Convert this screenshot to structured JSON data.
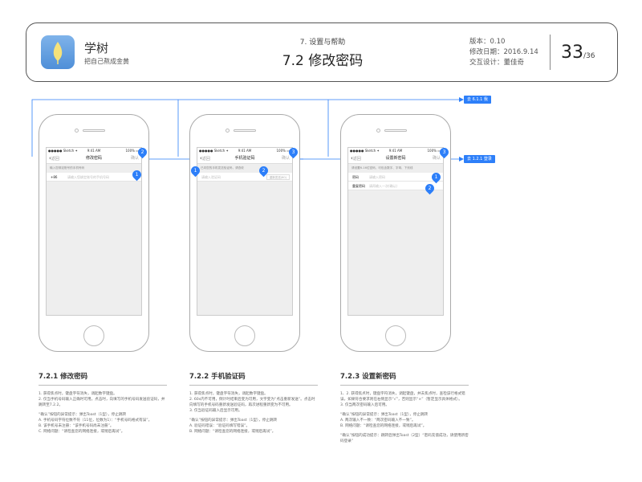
{
  "header": {
    "app_name": "学树",
    "app_slogan": "把自己熬成金黄",
    "section": "7. 设置与帮助",
    "title": "7.2 修改密码",
    "version": "版本：0.10",
    "date": "修改日期：2016.9.14",
    "designer": "交互设计：董佳奇",
    "page_current": "33",
    "page_total": "/36"
  },
  "tags": {
    "top": "去 6.1.1 我",
    "right": "去 1.2.1 登录"
  },
  "screens": [
    {
      "title": "修改密码",
      "back": "返回",
      "done": "确认",
      "hint": "输入您绑定账号的手机号码",
      "rows": [
        {
          "label": "+86",
          "placeholder": "请输入您绑定账号的手机号码"
        }
      ],
      "badges": [
        "1",
        "2"
      ]
    },
    {
      "title": "手机验证码",
      "back": "返回",
      "done": "确认",
      "hint": "",
      "rows": [
        {
          "label": "",
          "placeholder": "请输入验证码",
          "button": "重新发送(60)"
        }
      ],
      "small_hint": "已向您的手机发送验证码，请查收",
      "badges": [
        "1",
        "2",
        "3"
      ]
    },
    {
      "title": "设置新密码",
      "back": "返回",
      "done": "确认",
      "hint": "请设置6-16位密码，可包含数字、字母、下划线",
      "rows": [
        {
          "label": "密码",
          "placeholder": "请输入密码"
        },
        {
          "label": "重复密码",
          "placeholder": "请再输入一次(确认)"
        }
      ],
      "badges": [
        "1",
        "2",
        "3"
      ]
    }
  ],
  "status": {
    "carrier": "●●●●● Sketch ✦",
    "time": "9:41 AM",
    "battery": "100% ▭"
  },
  "descriptions": [
    {
      "heading": "7.2.1 修改密码",
      "p1": "1. 获得焦点时，键盘字符消失，调起数字键盘。\n2. 仅当手机号码输入正确时可用。点击时，向填写的手机号码发送验证码，并跳转至7.2.2。",
      "p2": "“确认”按钮的异常提示：弹出Toast（1型），停止跳转\nA. 手机号码字符位数不符（11位，位数为1）：“手机号码格式有误”。\nB. 该手机号未注册：“该手机号码尚未注册”。\nC. 网络问题：“请检查您的网络连接，或稍后再试”。"
    },
    {
      "heading": "7.2.2 手机验证码",
      "p1": "1. 获得焦点时，键盘字符消失，调起数字键盘。\n2. 60s内不可用，倒计时结束后变为可用，文字变为“点击重新发送”。点击时向填写的手机号码重新发送验证码，再次进程重新变为不可用。\n3. 仅当验证码输入后显示可用。",
      "p2": "“确认”按钮的异常提示：弹出Toast（1型），停止跳转\nA. 验证码错误：“验证码填写错误”。\nB. 网络问题：“请检查您的网络连接，或稍后再试”。"
    },
    {
      "heading": "7.2.3 设置新密码",
      "p1": "1、2. 获得焦点时，键盘字符消失，调起键盘，并去焦点时，查检该行格式错误，如果符合要求则在右侧显示“√”，否则显示“×”（暂定显示具体格式）。\n3. 仅当两次密码输入后可用。",
      "p2": "“确认”按钮的异常提示：弹出Toast（1型），停止跳转\nA. 两次输入不一致：“两次密码输入不一致”。\nB. 网络问题：“请检查您的网络连接，或稍后再试”。",
      "p3": "“确认”按钮的成功提示：跳转后弹出Toast（2型）“密码充值成功，请使用新密码登录”"
    }
  ],
  "colors": {
    "accent": "#2d7ff9",
    "icon_bg": "#5b9be0"
  }
}
